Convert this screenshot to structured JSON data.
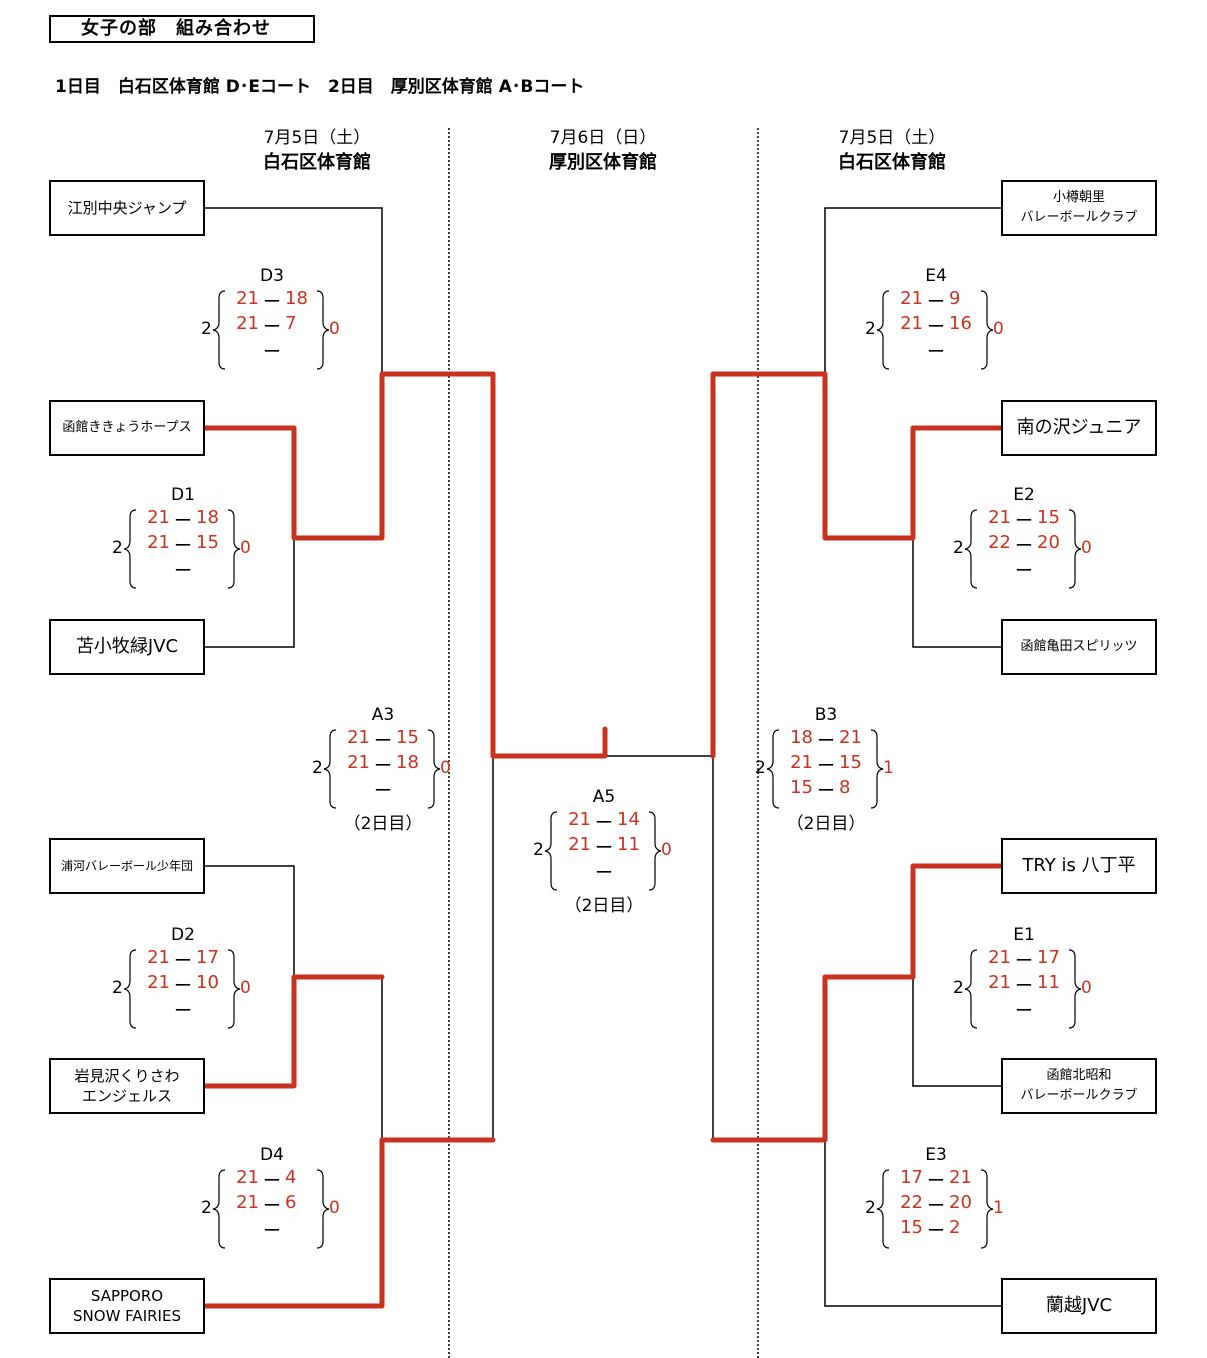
{
  "header": {
    "title": "女子の部　組み合わせ",
    "subtitle": "1日目　白石区体育館 D･Eコート　2日目　厚別区体育館 A･Bコート"
  },
  "columns": [
    {
      "date": "7月5日（土）",
      "venue": "白石区体育館"
    },
    {
      "date": "7月6日（日）",
      "venue": "厚別区体育館"
    },
    {
      "date": "7月5日（土）",
      "venue": "白石区体育館"
    }
  ],
  "teams_left": [
    {
      "name": "江別中央ジャンプ"
    },
    {
      "name": "函館ききょうホープス"
    },
    {
      "name": "苫小牧緑JVC"
    },
    {
      "name": "浦河バレーボール少年団"
    },
    {
      "name": "岩見沢くりさわ\nエンジェルス"
    },
    {
      "name": "SAPPORO\nSNOW FAIRIES"
    }
  ],
  "teams_right": [
    {
      "name": "小樽朝里\nバレーボールクラブ"
    },
    {
      "name": "南の沢ジュニア"
    },
    {
      "name": "函館亀田スピリッツ"
    },
    {
      "name": "TRY is 八丁平"
    },
    {
      "name": "函館北昭和\nバレーボールクラブ"
    },
    {
      "name": "蘭越JVC"
    }
  ],
  "matches": {
    "D3": {
      "code": "D3",
      "sets_left": "2",
      "sets_right": "0",
      "games": [
        [
          "21",
          "18"
        ],
        [
          "21",
          "7"
        ],
        [
          "",
          ""
        ]
      ],
      "note": ""
    },
    "D1": {
      "code": "D1",
      "sets_left": "2",
      "sets_right": "0",
      "games": [
        [
          "21",
          "18"
        ],
        [
          "21",
          "15"
        ],
        [
          "",
          ""
        ]
      ],
      "note": ""
    },
    "D2": {
      "code": "D2",
      "sets_left": "2",
      "sets_right": "0",
      "games": [
        [
          "21",
          "17"
        ],
        [
          "21",
          "10"
        ],
        [
          "",
          ""
        ]
      ],
      "note": ""
    },
    "D4": {
      "code": "D4",
      "sets_left": "2",
      "sets_right": "0",
      "games": [
        [
          "21",
          "4"
        ],
        [
          "21",
          "6"
        ],
        [
          "",
          ""
        ]
      ],
      "note": ""
    },
    "A3": {
      "code": "A3",
      "sets_left": "2",
      "sets_right": "0",
      "games": [
        [
          "21",
          "15"
        ],
        [
          "21",
          "18"
        ],
        [
          "",
          ""
        ]
      ],
      "note": "（2日目）"
    },
    "A5": {
      "code": "A5",
      "sets_left": "2",
      "sets_right": "0",
      "games": [
        [
          "21",
          "14"
        ],
        [
          "21",
          "11"
        ],
        [
          "",
          ""
        ]
      ],
      "note": "（2日目）"
    },
    "B3": {
      "code": "B3",
      "sets_left": "2",
      "sets_right": "1",
      "games": [
        [
          "18",
          "21"
        ],
        [
          "21",
          "15"
        ],
        [
          "15",
          "8"
        ]
      ],
      "note": "（2日目）"
    },
    "E4": {
      "code": "E4",
      "sets_left": "2",
      "sets_right": "0",
      "games": [
        [
          "21",
          "9"
        ],
        [
          "21",
          "16"
        ],
        [
          "",
          ""
        ]
      ],
      "note": ""
    },
    "E2": {
      "code": "E2",
      "sets_left": "2",
      "sets_right": "0",
      "games": [
        [
          "21",
          "15"
        ],
        [
          "22",
          "20"
        ],
        [
          "",
          ""
        ]
      ],
      "note": ""
    },
    "E1": {
      "code": "E1",
      "sets_left": "2",
      "sets_right": "0",
      "games": [
        [
          "21",
          "17"
        ],
        [
          "21",
          "11"
        ],
        [
          "",
          ""
        ]
      ],
      "note": ""
    },
    "E3": {
      "code": "E3",
      "sets_left": "2",
      "sets_right": "1",
      "games": [
        [
          "17",
          "21"
        ],
        [
          "22",
          "20"
        ],
        [
          "15",
          "2"
        ]
      ],
      "note": ""
    }
  },
  "dash": "ー",
  "colors": {
    "winner_line": "#c8321e",
    "score": "#c8321e",
    "line": "#000000"
  }
}
